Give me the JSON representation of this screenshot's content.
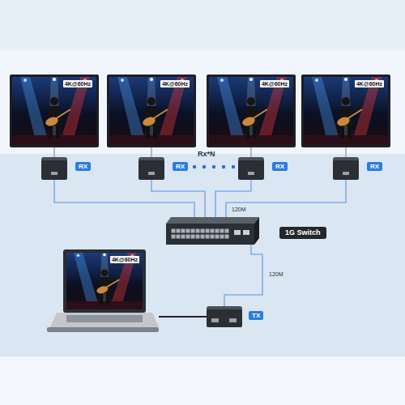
{
  "diagram": {
    "nodes": [
      {
        "text": [
          "4K@60Hz"
        ]
      },
      {
        "text": [
          "4K@60Hz"
        ]
      },
      {
        "text": [
          "4K@60Hz"
        ]
      },
      {
        "text": [
          "4K@60Hz"
        ]
      },
      {
        "text": [
          "RX"
        ]
      },
      {
        "text": [
          "RX"
        ]
      },
      {
        "text": [
          "RX"
        ]
      },
      {
        "text": [
          "RX"
        ]
      },
      {
        "text": [
          "1G Switch"
        ]
      },
      {
        "text": [
          "4K@60Hz"
        ]
      },
      {
        "text": [
          "TX"
        ]
      }
    ],
    "edges": [
      {
        "from": 0,
        "to": 4,
        "arrow": "none"
      },
      {
        "from": 1,
        "to": 5,
        "arrow": "none"
      },
      {
        "from": 2,
        "to": 6,
        "arrow": "none"
      },
      {
        "from": 3,
        "to": 7,
        "arrow": "none"
      },
      {
        "from": 4,
        "to": 8,
        "arrow": "none"
      },
      {
        "from": 5,
        "to": 8,
        "arrow": "none"
      },
      {
        "from": 6,
        "to": 8,
        "arrow": "none"
      },
      {
        "from": 7,
        "to": 8,
        "label": "120M",
        "arrow": "none"
      },
      {
        "from": 8,
        "to": 10,
        "label": "120M",
        "arrow": "none"
      },
      {
        "from": 10,
        "to": 9,
        "arrow": "none"
      }
    ],
    "labels": [
      "Rx*N"
    ]
  }
}
